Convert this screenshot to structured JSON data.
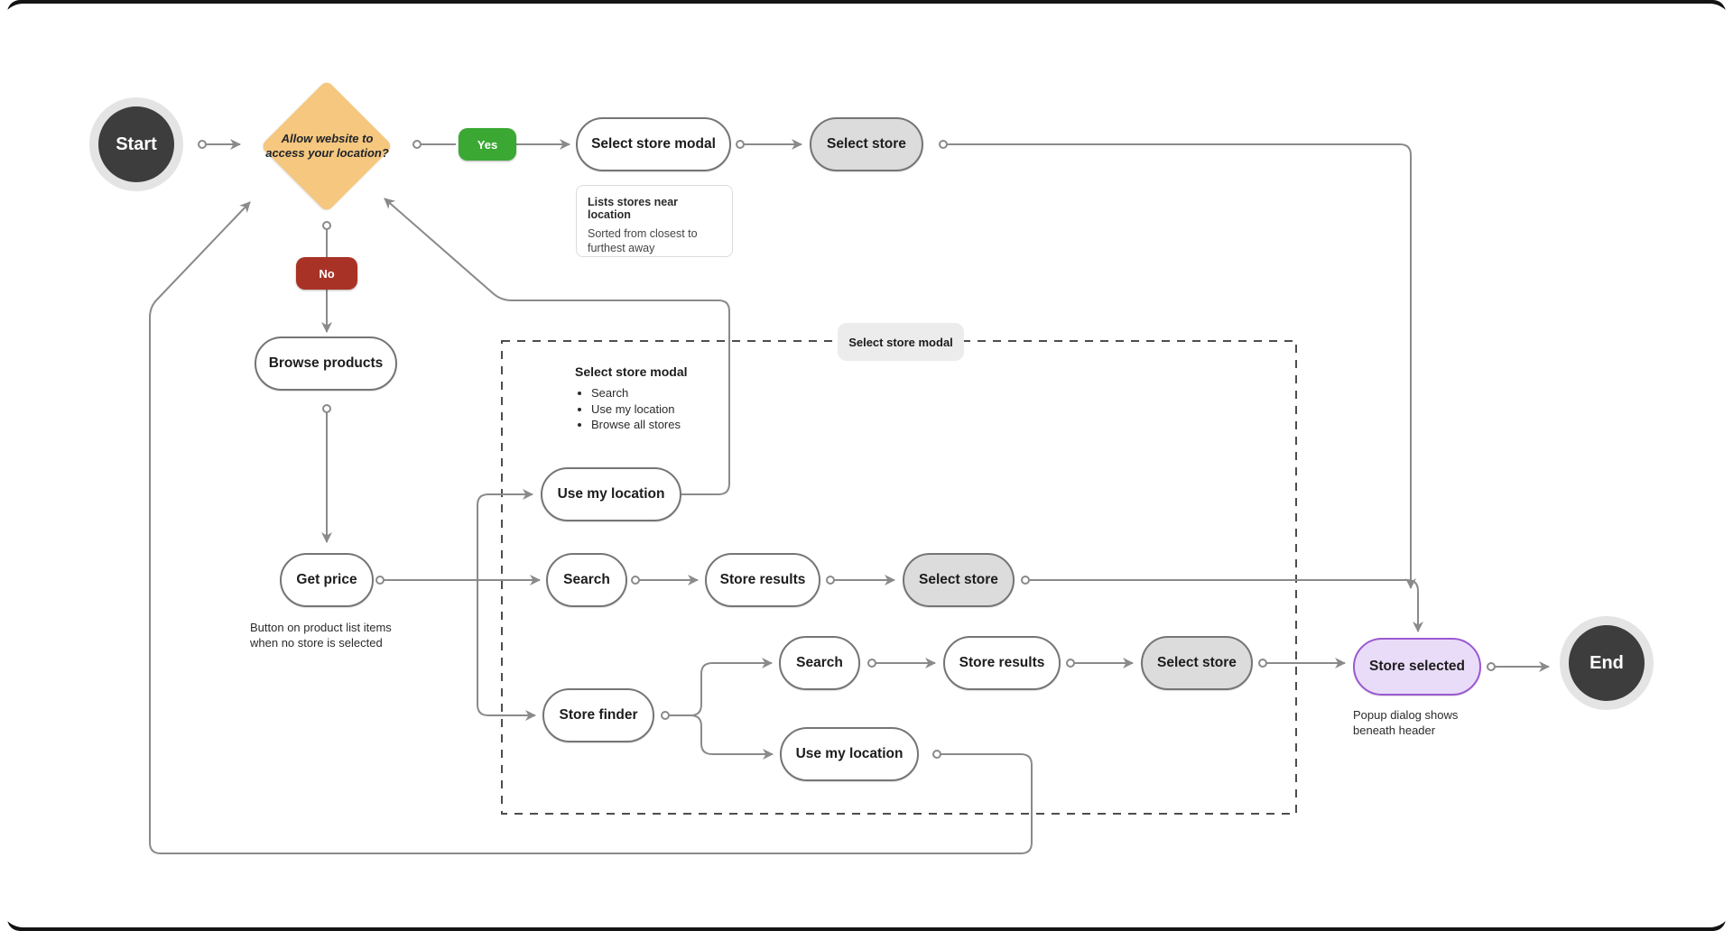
{
  "nodes": {
    "start": {
      "label": "Start"
    },
    "permission_question": {
      "label": "Allow website to access your location?"
    },
    "yes": {
      "label": "Yes"
    },
    "no": {
      "label": "No"
    },
    "select_store_modal_top": {
      "label": "Select store modal"
    },
    "select_store_top": {
      "label": "Select store"
    },
    "browse_products": {
      "label": "Browse products"
    },
    "get_price": {
      "label": "Get price"
    },
    "use_my_location_1": {
      "label": "Use my location"
    },
    "search_1": {
      "label": "Search"
    },
    "store_results_1": {
      "label": "Store results"
    },
    "select_store_1": {
      "label": "Select store"
    },
    "store_finder": {
      "label": "Store finder"
    },
    "search_2": {
      "label": "Search"
    },
    "store_results_2": {
      "label": "Store results"
    },
    "select_store_2": {
      "label": "Select store"
    },
    "use_my_location_2": {
      "label": "Use my location"
    },
    "store_selected": {
      "label": "Store selected"
    },
    "end": {
      "label": "End"
    }
  },
  "group": {
    "badge": "Select store modal",
    "info_title": "Select store modal",
    "info_items": [
      "Search",
      "Use my location",
      "Browse all stores"
    ]
  },
  "notes": {
    "modal_note": {
      "title": "Lists stores near location",
      "body": "Sorted from closest to furthest away"
    },
    "get_price_note": {
      "line1": "Button on product list items",
      "line2": "when no store is selected"
    },
    "store_selected_note": {
      "line1": "Popup dialog shows",
      "line2": "beneath header"
    }
  },
  "colors": {
    "yes_green": "#3aa833",
    "no_red": "#a93226",
    "diamond_orange": "#f6c77e",
    "selected_fill": "#dcdcdc",
    "highlight_purple_fill": "#e9dcf9",
    "highlight_purple_border": "#9b59d0",
    "terminal_dark": "#3d3d3d",
    "terminal_ring": "#e4e4e4",
    "connector_gray": "#8a8a8a"
  }
}
